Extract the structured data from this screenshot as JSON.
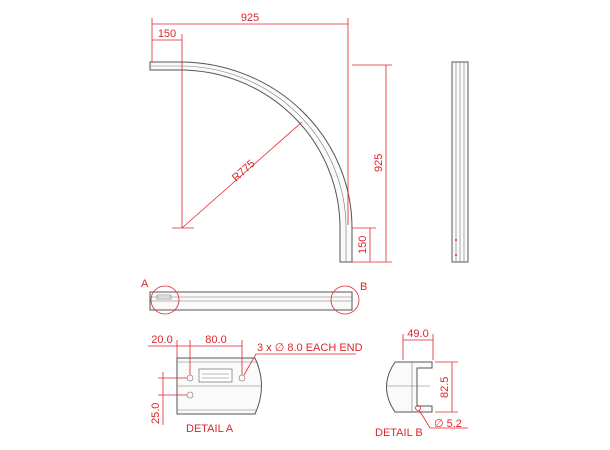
{
  "dimensions": {
    "overall_width": "925",
    "straight_top": "150",
    "radius": "R775",
    "overall_height": "925",
    "straight_side": "150"
  },
  "details": {
    "label_a": "A",
    "label_b": "B",
    "detail_a": {
      "edge_offset": "20.0",
      "hole_spacing": "80.0",
      "hole_note": "3 x ∅ 8.0 EACH END",
      "vertical_offset": "25.0",
      "title": "DETAIL A"
    },
    "detail_b": {
      "width": "49.0",
      "height": "82.5",
      "hole_diameter": "∅ 5.2",
      "title": "DETAIL B"
    }
  },
  "colors": {
    "dimension": "#e0242b",
    "outline": "#555555"
  }
}
